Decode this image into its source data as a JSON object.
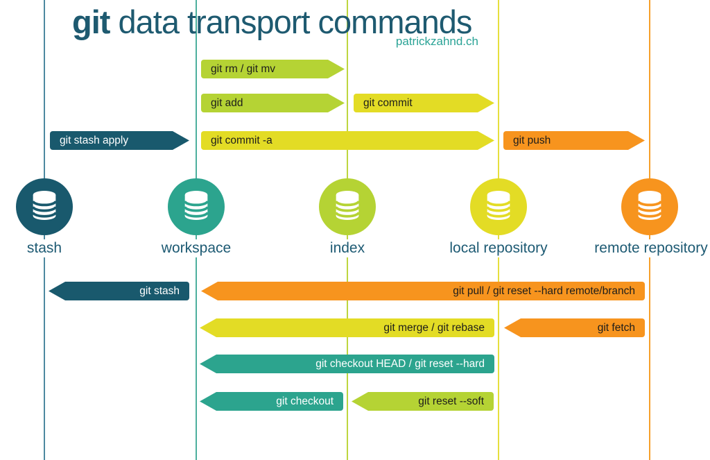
{
  "header": {
    "title_bold": "git",
    "title_rest": " data transport commands",
    "credit": "patrickzahnd.ch"
  },
  "palette": {
    "dark_teal": "#19596d",
    "teal": "#2ca48e",
    "chartreuse": "#b5d334",
    "yellow": "#e3dc25",
    "orange": "#f7941e",
    "title_text": "#1e5a70",
    "label_text": "#1d5a73",
    "credit_text": "#2aa396"
  },
  "columns": [
    {
      "label": "stash",
      "color": "#19596d",
      "icon": "database-icon"
    },
    {
      "label": "workspace",
      "color": "#2ca48e",
      "icon": "database-icon"
    },
    {
      "label": "index",
      "color": "#b5d334",
      "icon": "database-icon"
    },
    {
      "label": "local repository",
      "color": "#e3dc25",
      "icon": "database-icon"
    },
    {
      "label": "remote repository",
      "color": "#f7941e",
      "icon": "database-icon"
    }
  ],
  "arrows": [
    {
      "label": "git rm / git mv",
      "direction": "right",
      "from": "workspace",
      "to": "index",
      "color": "#b5d334"
    },
    {
      "label": "git add",
      "direction": "right",
      "from": "workspace",
      "to": "index",
      "color": "#b5d334"
    },
    {
      "label": "git commit",
      "direction": "right",
      "from": "index",
      "to": "local repository",
      "color": "#e3dc25"
    },
    {
      "label": "git stash apply",
      "direction": "right",
      "from": "stash",
      "to": "workspace",
      "color": "#19596d"
    },
    {
      "label": "git commit -a",
      "direction": "right",
      "from": "workspace",
      "to": "local repository",
      "color": "#e3dc25"
    },
    {
      "label": "git push",
      "direction": "right",
      "from": "local repository",
      "to": "remote repository",
      "color": "#f7941e"
    },
    {
      "label": "git stash",
      "direction": "left",
      "from": "workspace",
      "to": "stash",
      "color": "#19596d"
    },
    {
      "label": "git pull / git reset --hard remote/branch",
      "direction": "left",
      "from": "remote repository",
      "to": "workspace",
      "color": "#f7941e"
    },
    {
      "label": "git merge / git rebase",
      "direction": "left",
      "from": "local repository",
      "to": "workspace",
      "color": "#e3dc25"
    },
    {
      "label": "git fetch",
      "direction": "left",
      "from": "remote repository",
      "to": "local repository",
      "color": "#f7941e"
    },
    {
      "label": "git checkout HEAD / git reset --hard",
      "direction": "left",
      "from": "local repository",
      "to": "workspace",
      "color": "#2ca48e"
    },
    {
      "label": "git checkout",
      "direction": "left",
      "from": "index",
      "to": "workspace",
      "color": "#2ca48e"
    },
    {
      "label": "git reset --soft",
      "direction": "left",
      "from": "local repository",
      "to": "index",
      "color": "#b5d334"
    }
  ]
}
